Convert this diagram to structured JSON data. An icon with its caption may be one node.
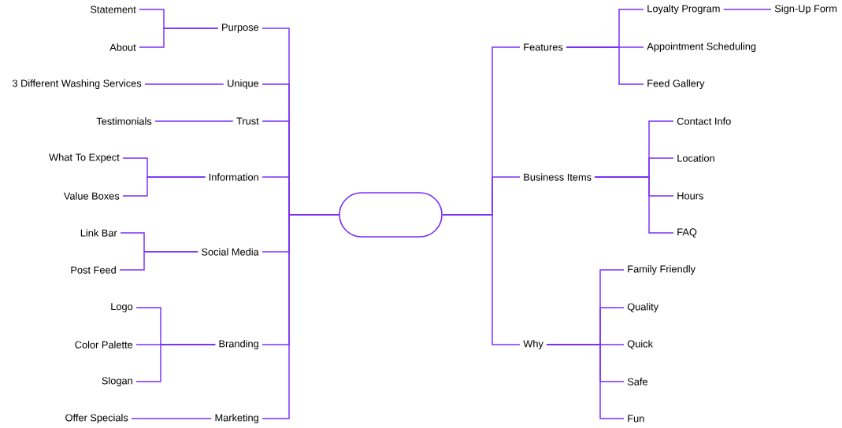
{
  "diagram": {
    "nodes": [
      {
        "text": [],
        "shape": "box"
      },
      {
        "text": [
          "Purpose"
        ]
      },
      {
        "text": [
          "Statement"
        ]
      },
      {
        "text": [
          "About"
        ]
      },
      {
        "text": [
          "Unique"
        ]
      },
      {
        "text": [
          "3 Different Washing Services"
        ]
      },
      {
        "text": [
          "Trust"
        ]
      },
      {
        "text": [
          "Testimonials"
        ]
      },
      {
        "text": [
          "Information"
        ]
      },
      {
        "text": [
          "What To Expect"
        ]
      },
      {
        "text": [
          "Value Boxes"
        ]
      },
      {
        "text": [
          "Social Media"
        ]
      },
      {
        "text": [
          "Link Bar"
        ]
      },
      {
        "text": [
          "Post Feed"
        ]
      },
      {
        "text": [
          "Branding"
        ]
      },
      {
        "text": [
          "Logo"
        ]
      },
      {
        "text": [
          "Color Palette"
        ]
      },
      {
        "text": [
          "Slogan"
        ]
      },
      {
        "text": [
          "Marketing"
        ]
      },
      {
        "text": [
          "Offer Specials"
        ]
      },
      {
        "text": [
          "Features"
        ]
      },
      {
        "text": [
          "Loyalty Program"
        ]
      },
      {
        "text": [
          "Sign-Up Form"
        ]
      },
      {
        "text": [
          "Appointment Scheduling"
        ]
      },
      {
        "text": [
          "Feed Gallery"
        ]
      },
      {
        "text": [
          "Business Items"
        ]
      },
      {
        "text": [
          "Contact Info"
        ]
      },
      {
        "text": [
          "Location"
        ]
      },
      {
        "text": [
          "Hours"
        ]
      },
      {
        "text": [
          "FAQ"
        ]
      },
      {
        "text": [
          "Why"
        ]
      },
      {
        "text": [
          "Family Friendly"
        ]
      },
      {
        "text": [
          "Quality"
        ]
      },
      {
        "text": [
          "Quick"
        ]
      },
      {
        "text": [
          "Safe"
        ]
      },
      {
        "text": [
          "Fun"
        ]
      }
    ],
    "edges": [
      {
        "from": 0,
        "to": 1,
        "arrow": "none"
      },
      {
        "from": 1,
        "to": 2,
        "arrow": "none"
      },
      {
        "from": 1,
        "to": 3,
        "arrow": "none"
      },
      {
        "from": 0,
        "to": 4,
        "arrow": "none"
      },
      {
        "from": 4,
        "to": 5,
        "arrow": "none"
      },
      {
        "from": 0,
        "to": 6,
        "arrow": "none"
      },
      {
        "from": 6,
        "to": 7,
        "arrow": "none"
      },
      {
        "from": 0,
        "to": 8,
        "arrow": "none"
      },
      {
        "from": 8,
        "to": 9,
        "arrow": "none"
      },
      {
        "from": 8,
        "to": 10,
        "arrow": "none"
      },
      {
        "from": 0,
        "to": 11,
        "arrow": "none"
      },
      {
        "from": 11,
        "to": 12,
        "arrow": "none"
      },
      {
        "from": 11,
        "to": 13,
        "arrow": "none"
      },
      {
        "from": 0,
        "to": 14,
        "arrow": "none"
      },
      {
        "from": 14,
        "to": 15,
        "arrow": "none"
      },
      {
        "from": 14,
        "to": 16,
        "arrow": "none"
      },
      {
        "from": 14,
        "to": 17,
        "arrow": "none"
      },
      {
        "from": 0,
        "to": 18,
        "arrow": "none"
      },
      {
        "from": 18,
        "to": 19,
        "arrow": "none"
      },
      {
        "from": 0,
        "to": 20,
        "arrow": "none"
      },
      {
        "from": 20,
        "to": 21,
        "arrow": "none"
      },
      {
        "from": 21,
        "to": 22,
        "arrow": "none"
      },
      {
        "from": 20,
        "to": 23,
        "arrow": "none"
      },
      {
        "from": 20,
        "to": 24,
        "arrow": "none"
      },
      {
        "from": 0,
        "to": 25,
        "arrow": "none"
      },
      {
        "from": 25,
        "to": 26,
        "arrow": "none"
      },
      {
        "from": 25,
        "to": 27,
        "arrow": "none"
      },
      {
        "from": 25,
        "to": 28,
        "arrow": "none"
      },
      {
        "from": 25,
        "to": 29,
        "arrow": "none"
      },
      {
        "from": 0,
        "to": 30,
        "arrow": "none"
      },
      {
        "from": 30,
        "to": 31,
        "arrow": "none"
      },
      {
        "from": 30,
        "to": 32,
        "arrow": "none"
      },
      {
        "from": 30,
        "to": 33,
        "arrow": "none"
      },
      {
        "from": 30,
        "to": 34,
        "arrow": "none"
      },
      {
        "from": 30,
        "to": 35,
        "arrow": "none"
      }
    ]
  }
}
